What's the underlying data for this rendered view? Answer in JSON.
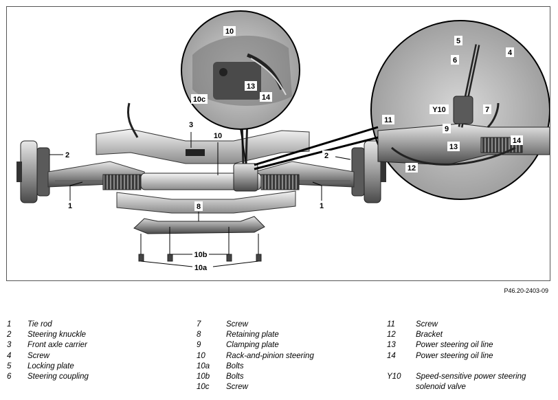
{
  "figure": {
    "code": "P46.20-2403-09",
    "callouts": {
      "tie_rod_left": "1",
      "tie_rod_right": "1",
      "steering_knuckle_left": "2",
      "steering_knuckle_right": "2",
      "front_axle_carrier": "3",
      "rack_and_pinion": "10",
      "retaining_plate": "8",
      "bolts_10b": "10b",
      "bolts_10a": "10a",
      "detail_left_10": "10",
      "detail_left_13": "13",
      "detail_left_14": "14",
      "detail_left_10c": "10c",
      "detail_right_5": "5",
      "detail_right_4": "4",
      "detail_right_6": "6",
      "detail_right_Y10": "Y10",
      "detail_right_7": "7",
      "detail_right_9": "9",
      "detail_right_11": "11",
      "detail_right_13": "13",
      "detail_right_14": "14",
      "detail_right_12": "12"
    }
  },
  "legend": {
    "columns": [
      [
        {
          "num": "1",
          "text": "Tie rod"
        },
        {
          "num": "2",
          "text": "Steering knuckle"
        },
        {
          "num": "3",
          "text": "Front axle carrier"
        },
        {
          "num": "4",
          "text": "Screw"
        },
        {
          "num": "5",
          "text": "Locking plate"
        },
        {
          "num": "6",
          "text": "Steering coupling"
        }
      ],
      [
        {
          "num": "7",
          "text": "Screw"
        },
        {
          "num": "8",
          "text": "Retaining plate"
        },
        {
          "num": "9",
          "text": "Clamping plate"
        },
        {
          "num": "10",
          "text": "Rack-and-pinion steering"
        },
        {
          "num": "10a",
          "text": "Bolts"
        },
        {
          "num": "10b",
          "text": "Bolts"
        },
        {
          "num": "10c",
          "text": "Screw"
        }
      ],
      [
        {
          "num": "11",
          "text": "Screw"
        },
        {
          "num": "12",
          "text": "Bracket"
        },
        {
          "num": "13",
          "text": "Power steering oil line"
        },
        {
          "num": "14",
          "text": "Power steering oil line"
        },
        {
          "num": "",
          "text": ""
        },
        {
          "num": "Y10",
          "text": "Speed-sensitive power steering"
        },
        {
          "num": "",
          "text": "solenoid valve"
        }
      ]
    ]
  }
}
